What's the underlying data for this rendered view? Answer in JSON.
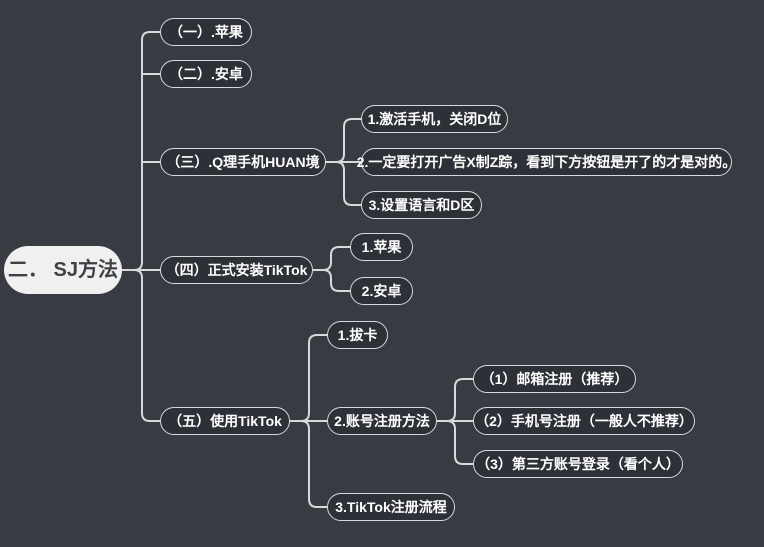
{
  "colors": {
    "background": "#383b41",
    "node_fill": "#2d3036",
    "node_border": "#d9d9d9",
    "node_text": "#ffffff",
    "root_fill": "#f0f0f0",
    "root_text": "#3d4045",
    "connector": "#d9d9d9"
  },
  "mindmap": {
    "root": {
      "label": "二． SJ方法"
    },
    "branches": [
      {
        "label": "（一）.苹果"
      },
      {
        "label": "（二）.安卓"
      },
      {
        "label": "（三）.Q理手机HUAN境",
        "children": [
          {
            "label": "1.激活手机，关闭D位"
          },
          {
            "label": "2.一定要打开广告X制Z踪，看到下方按钮是开了的才是对的。"
          },
          {
            "label": "3.设置语言和D区"
          }
        ]
      },
      {
        "label": "（四）正式安装TikTok",
        "children": [
          {
            "label": "1.苹果"
          },
          {
            "label": "2.安卓"
          }
        ]
      },
      {
        "label": "（五）使用TikTok",
        "children": [
          {
            "label": "1.拔卡"
          },
          {
            "label": "2.账号注册方法",
            "children": [
              {
                "label": "（1）邮箱注册（推荐）"
              },
              {
                "label": "（2）手机号注册（一般人不推荐）"
              },
              {
                "label": "（3）第三方账号登录（看个人）"
              }
            ]
          },
          {
            "label": "3.TikTok注册流程"
          }
        ]
      }
    ]
  }
}
